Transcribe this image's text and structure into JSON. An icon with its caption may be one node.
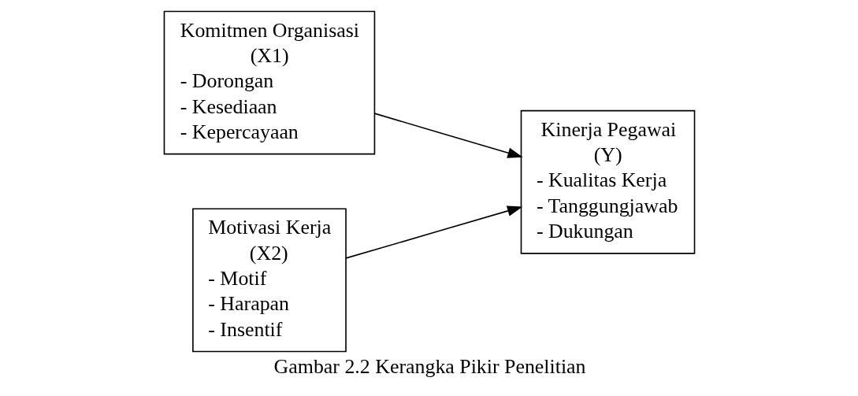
{
  "diagram": {
    "caption": "Gambar 2.2 Kerangka Pikir Penelitian",
    "nodes": [
      {
        "text": [
          "Komitmen Organisasi",
          "(X1)",
          "- Dorongan",
          "- Kesediaan",
          "- Kepercayaan"
        ]
      },
      {
        "text": [
          "Motivasi Kerja",
          "(X2)",
          "- Motif",
          "- Harapan",
          "- Insentif"
        ]
      },
      {
        "text": [
          "Kinerja Pegawai",
          "(Y)",
          "- Kualitas Kerja",
          "- Tanggungjawab",
          "- Dukungan"
        ]
      }
    ],
    "edges": [
      {
        "from": 0,
        "to": 2,
        "arrow": "to"
      },
      {
        "from": 1,
        "to": 2,
        "arrow": "to"
      }
    ]
  }
}
